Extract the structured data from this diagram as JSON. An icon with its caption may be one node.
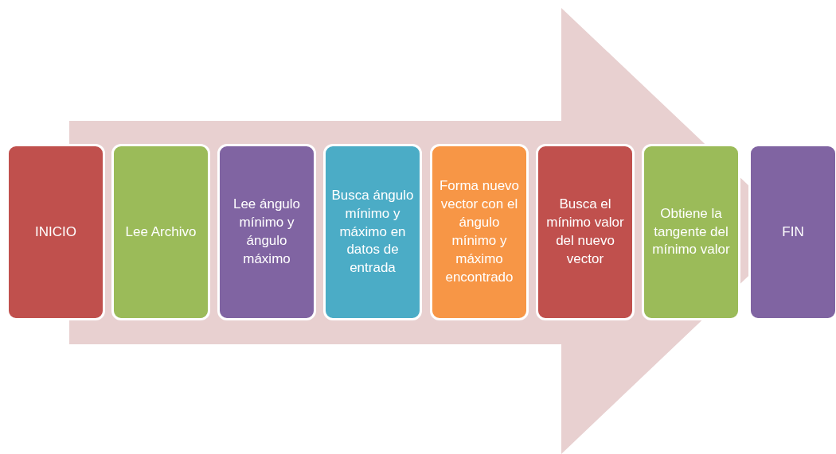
{
  "diagram": {
    "nodes": [
      {
        "text": [
          "INICIO"
        ]
      },
      {
        "text": [
          "Lee Archivo"
        ]
      },
      {
        "text": [
          "Lee ángulo mínimo y ángulo máximo"
        ]
      },
      {
        "text": [
          "Busca ángulo mínimo y máximo en datos de entrada"
        ]
      },
      {
        "text": [
          "Forma nuevo vector con el ángulo mínimo y máximo encontrado"
        ]
      },
      {
        "text": [
          "Busca el mínimo valor del nuevo vector"
        ]
      },
      {
        "text": [
          "Obtiene la tangente del mínimo valor"
        ]
      },
      {
        "text": [
          "FIN"
        ]
      }
    ],
    "edges": [
      {
        "from": 0,
        "to": 7,
        "arrow": "to"
      }
    ]
  }
}
